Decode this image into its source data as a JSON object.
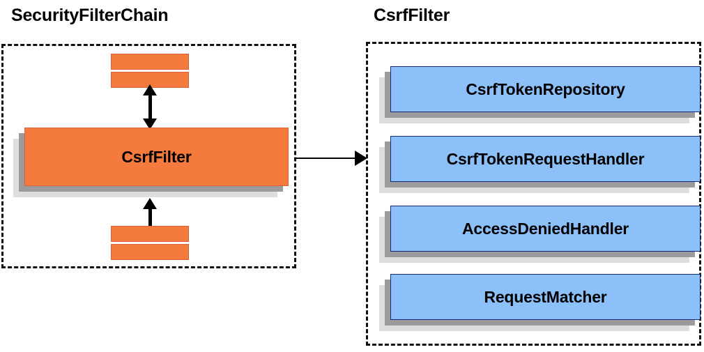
{
  "diagram": {
    "title_left": "SecurityFilterChain",
    "title_right": "CsrfFilter",
    "colors": {
      "orange_fill": "#f47a3e",
      "orange_border": "#d8633a",
      "blue_fill": "#8cc0f8",
      "blue_border": "#15297c",
      "shadow_dark": "#9b9b9b",
      "shadow_light": "#dededd",
      "outline": "#111111",
      "text": "#000000",
      "background": "#ffffff"
    },
    "left_panel": {
      "title": "SecurityFilterChain",
      "highlighted_filter": "CsrfFilter",
      "filters_above": [
        "",
        ""
      ],
      "filters_below": [
        "",
        ""
      ],
      "arrows": [
        {
          "name": "filters-above-to-csrffilter",
          "direction": "bidirectional",
          "orientation": "vertical"
        },
        {
          "name": "csrffilter-to-filters-below",
          "direction": "bidirectional",
          "orientation": "vertical"
        }
      ]
    },
    "connector": {
      "name": "securityfilterchain-to-csrffilter",
      "direction": "right",
      "orientation": "horizontal"
    },
    "right_panel": {
      "title": "CsrfFilter",
      "collaborators": [
        {
          "label": "CsrfTokenRepository"
        },
        {
          "label": "CsrfTokenRequestHandler"
        },
        {
          "label": "AccessDeniedHandler"
        },
        {
          "label": "RequestMatcher"
        }
      ]
    }
  }
}
